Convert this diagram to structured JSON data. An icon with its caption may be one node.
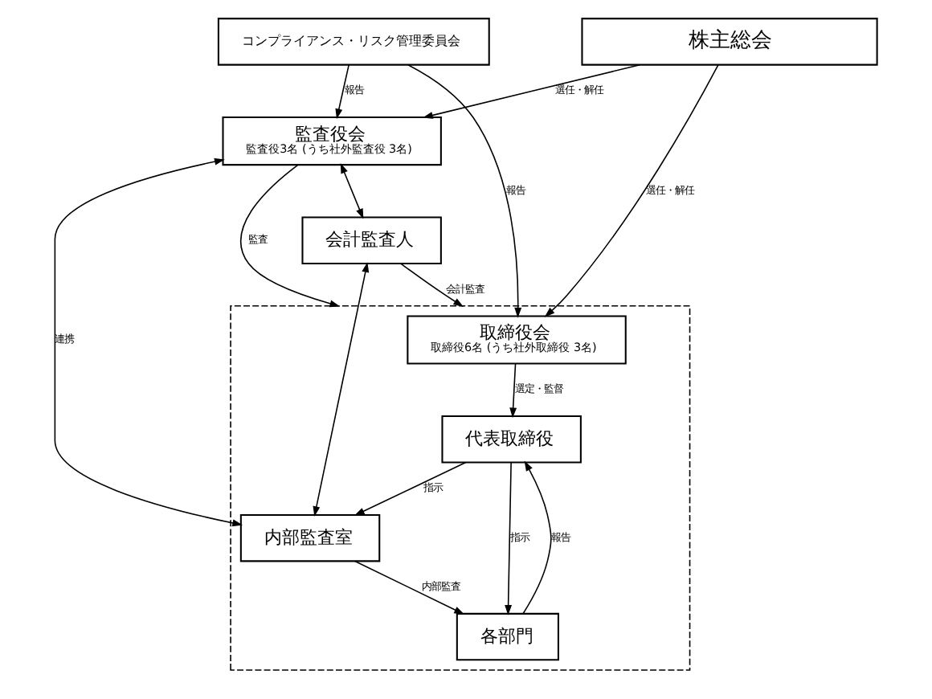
{
  "diagram": {
    "nodes": [
      {
        "text": [
          "株主総会"
        ]
      },
      {
        "text": [],
        "shape": "box"
      },
      {
        "text": [
          "取締役会",
          "取締役6名 (うち社外取締役 3名)"
        ],
        "in": 1
      },
      {
        "text": [
          "監査役会",
          "監査役3名 (うち社外監査役 3名)"
        ]
      },
      {
        "text": [
          "コンプライアンス・リスク管理委員会"
        ]
      },
      {
        "text": [
          "会計監査人"
        ]
      },
      {
        "text": [
          "代表取締役"
        ],
        "in": 1
      },
      {
        "text": [
          "内部監査室"
        ],
        "in": 1
      },
      {
        "text": [
          "各部門"
        ],
        "in": 1
      }
    ],
    "edges": [
      {
        "from": 0,
        "to": 2,
        "arrow": "to",
        "label": "選任・解任"
      },
      {
        "from": 0,
        "to": 3,
        "arrow": "to",
        "label": "選任・解任"
      },
      {
        "from": 4,
        "to": 2,
        "arrow": "to",
        "label": "報告"
      },
      {
        "from": 4,
        "to": 3,
        "arrow": "to",
        "label": "報告"
      },
      {
        "from": 3,
        "to": 1,
        "arrow": "to",
        "label": "監査"
      },
      {
        "from": 3,
        "to": 5,
        "arrow": "both"
      },
      {
        "from": 3,
        "to": 7,
        "arrow": "both",
        "label": "連携"
      },
      {
        "from": 5,
        "to": 7,
        "arrow": "both"
      },
      {
        "from": 2,
        "to": 6,
        "arrow": "to",
        "label": "選定・監督"
      },
      {
        "from": 6,
        "to": 7,
        "arrow": "to",
        "label": "指示"
      },
      {
        "from": 6,
        "to": 8,
        "arrow": "to",
        "label": "指示"
      },
      {
        "from": 8,
        "to": 6,
        "arrow": "to",
        "label": "報告"
      },
      {
        "from": 7,
        "to": 8,
        "arrow": "to",
        "label": "内部監査"
      },
      {
        "from": 5,
        "to": 1,
        "arrow": "to",
        "label": "会計監査"
      }
    ]
  }
}
